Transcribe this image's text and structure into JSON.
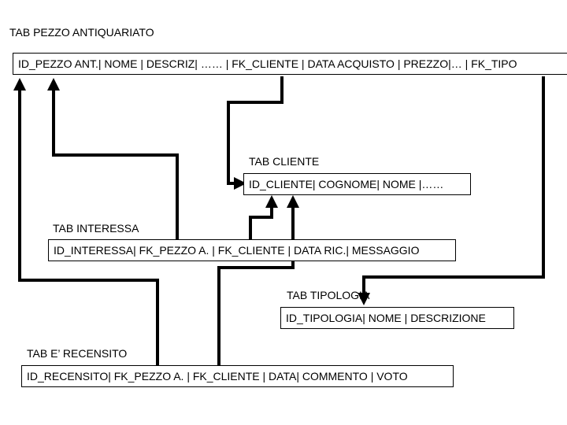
{
  "tables": {
    "pezzo": {
      "title": "TAB PEZZO ANTIQUARIATO",
      "fields": "ID_PEZZO ANT.| NOME | DESCRIZ| …… | FK_CLIENTE | DATA ACQUISTO | PREZZO|… | FK_TIPO"
    },
    "cliente": {
      "title": "TAB CLIENTE",
      "fields": "ID_CLIENTE| COGNOME| NOME |……"
    },
    "interessa": {
      "title": "TAB INTERESSA",
      "fields": "ID_INTERESSA| FK_PEZZO A. | FK_CLIENTE | DATA RIC.| MESSAGGIO"
    },
    "tipologia": {
      "title": "TAB TIPOLOGIA",
      "fields": "ID_TIPOLOGIA| NOME | DESCRIZIONE"
    },
    "recensito": {
      "title": "TAB E’ RECENSITO",
      "fields": "ID_RECENSITO| FK_PEZZO A. | FK_CLIENTE | DATA| COMMENTO | VOTO"
    }
  }
}
